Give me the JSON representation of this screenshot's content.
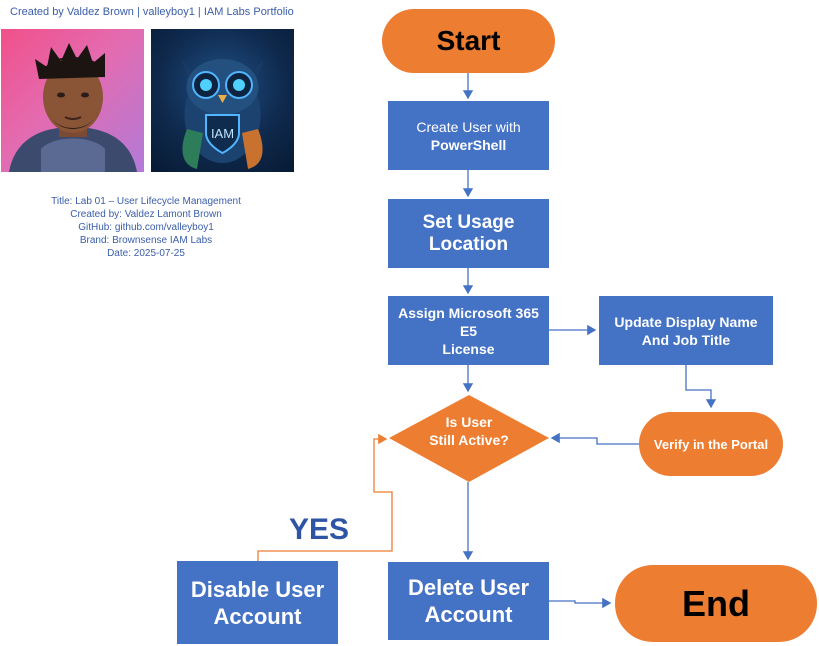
{
  "header": {
    "credit": "Created by Valdez Brown | valleyboy1 | IAM Labs Portfolio"
  },
  "images": {
    "portrait": "portrait-photo",
    "owl_logo": "iam-owl-logo",
    "owl_badge_text": "IAM"
  },
  "meta": {
    "title": "Title: Lab 01 – User Lifecycle Management",
    "created_by": "Created by: Valdez Lamont Brown",
    "github": "GitHub: github.com/valleyboy1",
    "brand": "Brand: Brownsense IAM Labs",
    "date": "Date: 2025-07-25"
  },
  "flow": {
    "start": "Start",
    "create_user_line1": "Create User with",
    "create_user_line2": "PowerShell",
    "set_usage_line1": "Set Usage",
    "set_usage_line2": "Location",
    "assign_license_line1": "Assign Microsoft 365",
    "assign_license_line2": "E5",
    "assign_license_line3": "License",
    "update_display_line1": "Update Display Name",
    "update_display_line2": "And Job Title",
    "verify_portal": "Verify in the Portal",
    "decision_line1": "Is User",
    "decision_line2": "Still Active?",
    "yes_label": "YES",
    "disable_line1": "Disable User",
    "disable_line2": "Account",
    "delete_line1": "Delete User",
    "delete_line2": "Account",
    "end": "End"
  },
  "colors": {
    "process_blue": "#4472c4",
    "terminal_orange": "#ed7d31",
    "connector_blue": "#4472c4",
    "yes_connector_orange": "#ed7d31",
    "yes_text": "#2e54a5"
  }
}
